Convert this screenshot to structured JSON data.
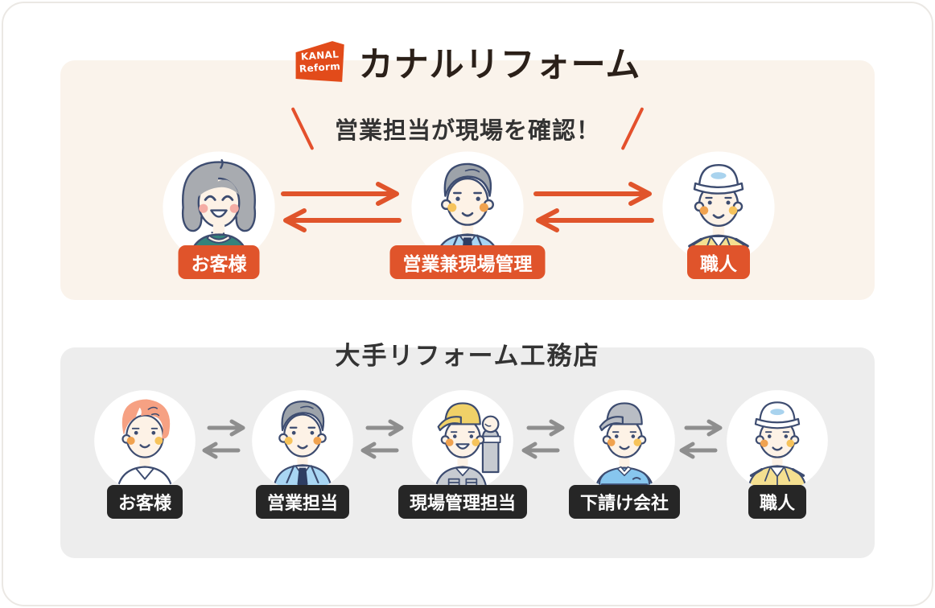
{
  "card": {
    "background": "#ffffff",
    "border_color": "#ebe8e4"
  },
  "brand": {
    "badge_line1": "KANAL",
    "badge_line2": "Reform",
    "badge_color": "#e24b1a",
    "name": "カナルリフォーム",
    "name_color": "#2b2019"
  },
  "kanal_flow": {
    "background": "#faf3eb",
    "callout": "営業担当が現場を確認！",
    "accent_color": "#e0542b",
    "label_bg_color": "#e0542b",
    "label_text_color": "#ffffff",
    "arrow_style": "two-way-long",
    "actors": [
      {
        "label": "お客様",
        "illustration": "female-customer-gray-hair"
      },
      {
        "label": "営業兼現場管理",
        "illustration": "salesman-blue-suit"
      },
      {
        "label": "職人",
        "illustration": "craftsman-white-cap"
      }
    ]
  },
  "major_flow": {
    "background": "#ededed",
    "title": "大手リフォーム工務店",
    "label_bg_color": "#262626",
    "label_text_color": "#ffffff",
    "arrow_color": "#8e8e8e",
    "arrow_style": "two-way-short",
    "actors": [
      {
        "label": "お客様",
        "illustration": "young-customer-salmon-hair"
      },
      {
        "label": "営業担当",
        "illustration": "salesman-blue-suit"
      },
      {
        "label": "現場管理担当",
        "illustration": "site-manager-yellow-cap"
      },
      {
        "label": "下請け会社",
        "illustration": "subcontractor-gray-cap"
      },
      {
        "label": "職人",
        "illustration": "craftsman-white-cap"
      }
    ]
  }
}
